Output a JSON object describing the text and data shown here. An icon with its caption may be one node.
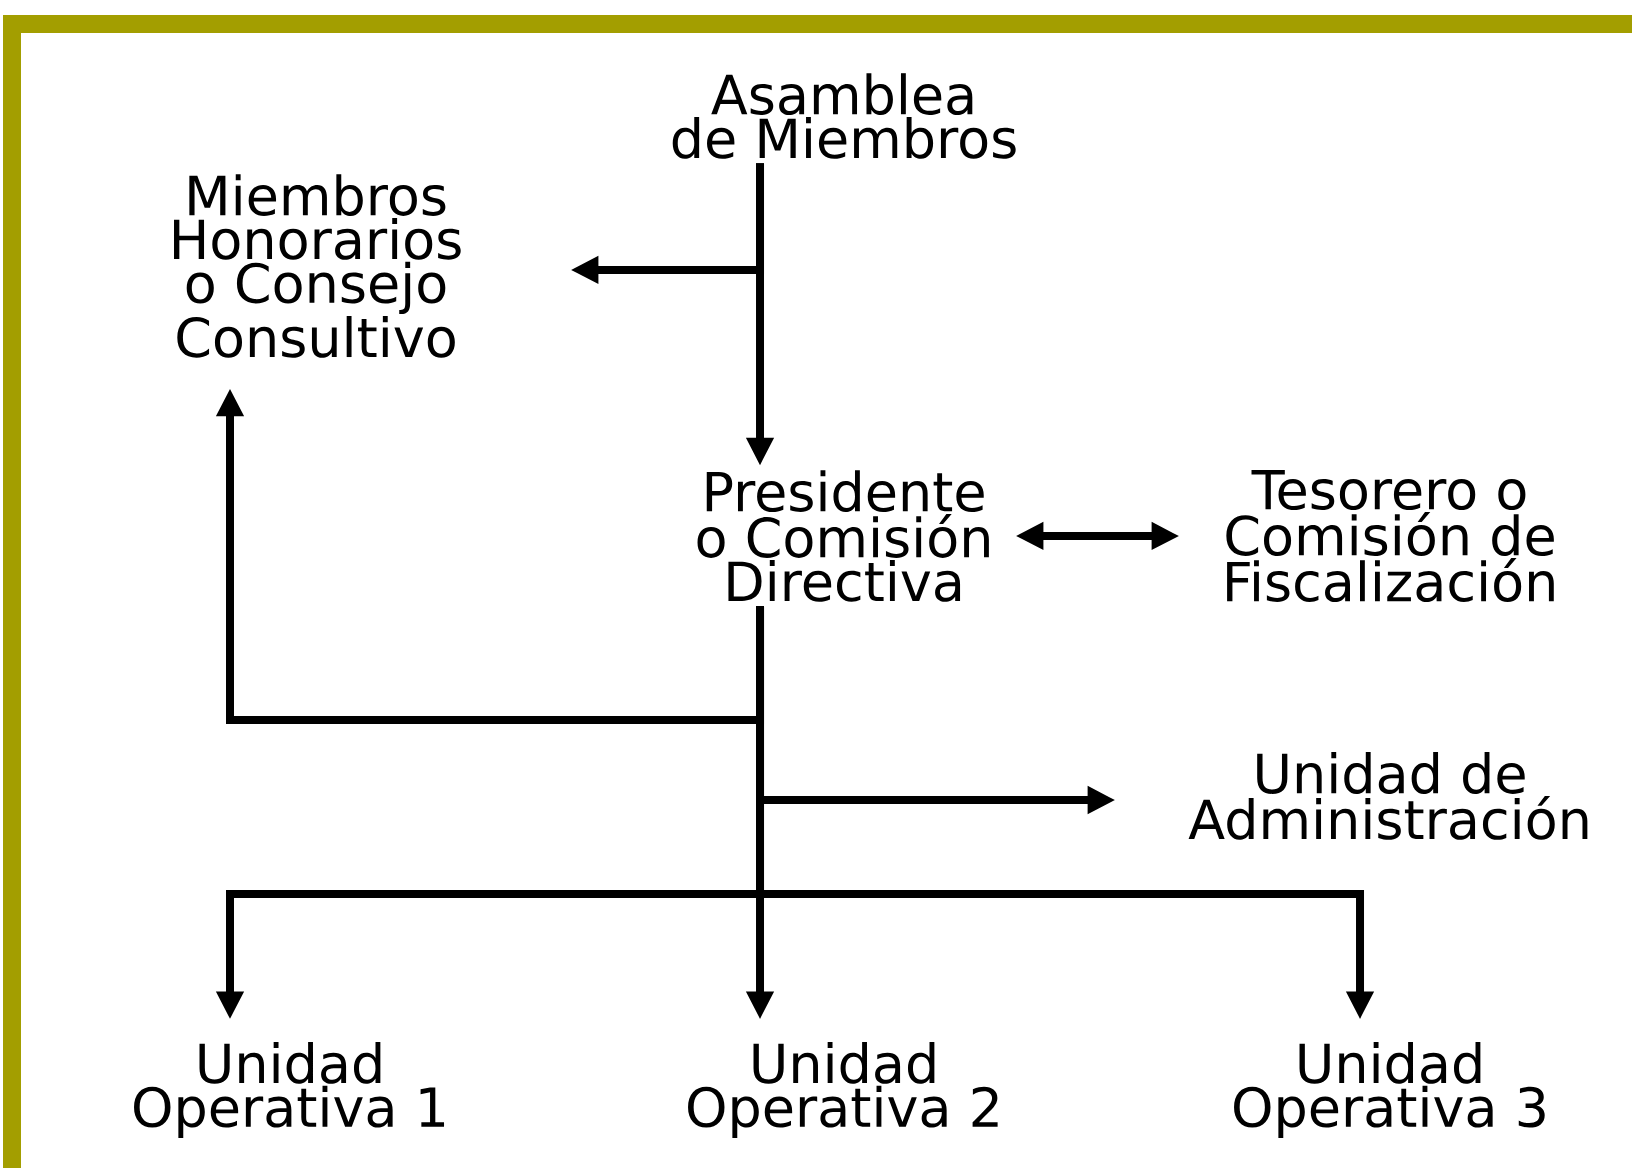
{
  "diagram": {
    "nodes": [
      {
        "text": [
          "Asamblea de Miembros"
        ]
      },
      {
        "text": [
          "Miembros Honorarios o Consejo Consultivo"
        ]
      },
      {
        "text": [
          "Presidente o Comisión Directiva"
        ]
      },
      {
        "text": [
          "Tesorero o Comisión de Fiscalización"
        ]
      },
      {
        "text": [
          "Unidad de Administración"
        ]
      },
      {
        "text": [
          "Unidad Operativa 1"
        ]
      },
      {
        "text": [
          "Unidad Operativa 2"
        ]
      },
      {
        "text": [
          "Unidad Operativa 3"
        ]
      }
    ],
    "edges": [
      {
        "from": 0,
        "to": 2,
        "arrow": "to"
      },
      {
        "from": 0,
        "to": 1,
        "arrow": "to"
      },
      {
        "from": 2,
        "to": 3,
        "arrow": "both"
      },
      {
        "from": 2,
        "to": 1,
        "arrow": "to"
      },
      {
        "from": 2,
        "to": 4,
        "arrow": "to"
      },
      {
        "from": 2,
        "to": 5,
        "arrow": "to"
      },
      {
        "from": 2,
        "to": 6,
        "arrow": "to"
      },
      {
        "from": 2,
        "to": 7,
        "arrow": "to"
      }
    ]
  }
}
